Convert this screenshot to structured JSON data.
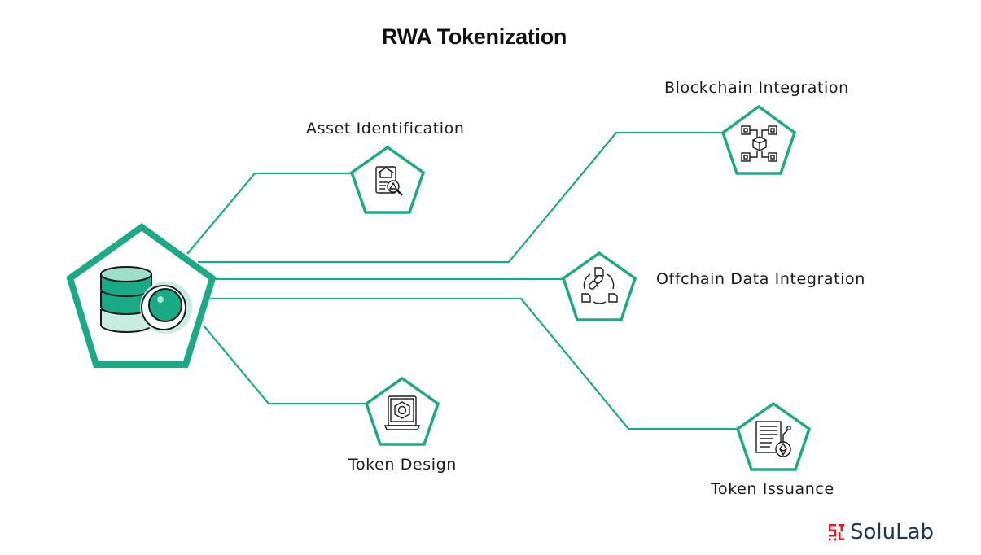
{
  "title": "RWA Tokenization",
  "colors": {
    "accent": "#1aab86",
    "accent_light": "#c8ede0",
    "icon_stroke": "#1a1a1a",
    "brand_red": "#d4202c",
    "brand_navy": "#1d3557"
  },
  "hub": {
    "icon": "database-coin-icon"
  },
  "steps": [
    {
      "label": "Asset Identification",
      "icon": "document-search-icon"
    },
    {
      "label": "Blockchain Integration",
      "icon": "blockchain-network-icon"
    },
    {
      "label": "Offchain Data Integration",
      "icon": "data-link-cycle-icon"
    },
    {
      "label": "Token Design",
      "icon": "laptop-token-icon"
    },
    {
      "label": "Token Issuance",
      "icon": "ethereum-document-icon"
    }
  ],
  "brand": {
    "name": "SoluLab",
    "icon": "solulab-logo-icon"
  }
}
